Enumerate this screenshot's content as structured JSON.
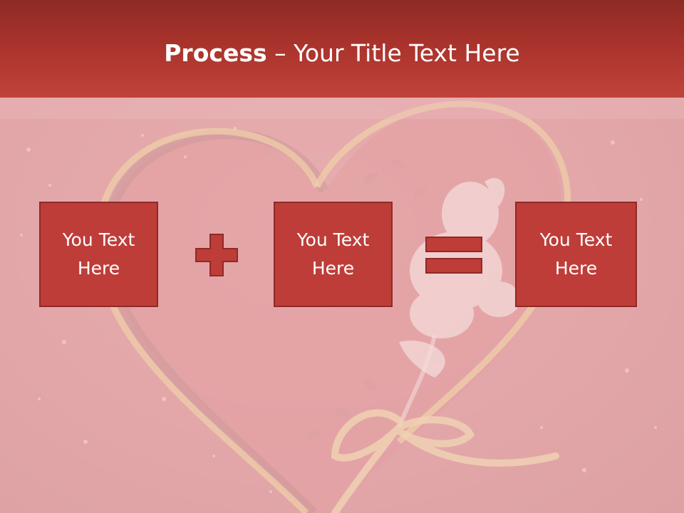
{
  "slide": {
    "title_bold": "Process",
    "title_rest": " – Your Title Text Here"
  },
  "process": {
    "box1": {
      "line1": "You Text",
      "line2": "Here"
    },
    "box2": {
      "line1": "You Text",
      "line2": "Here"
    },
    "box3": {
      "line1": "You Text",
      "line2": "Here"
    },
    "operator1": "plus-icon",
    "operator2": "equals-icon"
  },
  "colors": {
    "title_bar": "#a9332c",
    "box_fill": "#be3d39",
    "box_border": "#8f2a27",
    "text": "#ffffff"
  }
}
